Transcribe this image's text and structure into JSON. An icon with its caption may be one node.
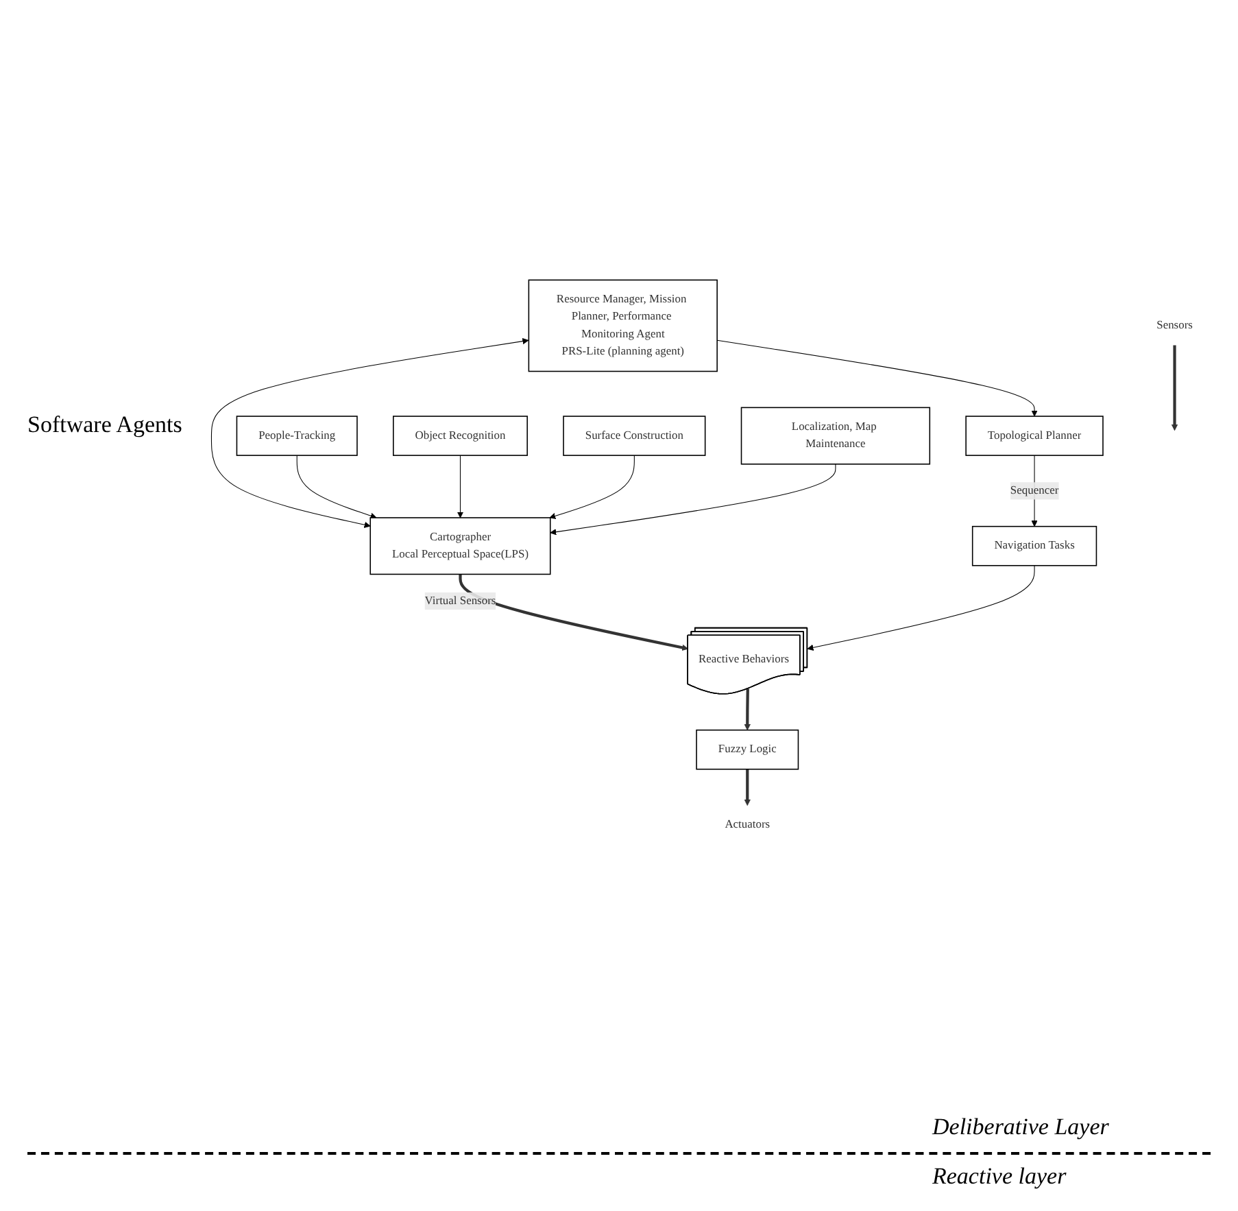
{
  "diagram": {
    "nodes": [
      {
        "text": [
          "Resource Manager, Mission Planner, Performance Monitoring Agent",
          "PRS-Lite (planning agent)"
        ]
      },
      {
        "text": [
          "Cartographer",
          "Local Perceptual Space(LPS)"
        ]
      },
      {
        "text": [
          "Topological Planner"
        ]
      },
      {
        "text": [
          "Navigation Tasks"
        ]
      },
      {
        "text": [
          "People-Tracking"
        ]
      },
      {
        "text": [
          "Object Recognition"
        ]
      },
      {
        "text": [
          "Surface Construction"
        ]
      },
      {
        "text": [
          "Localization, Map Maintenance"
        ]
      },
      {
        "text": [
          "Reactive Behaviors"
        ]
      },
      {
        "text": [
          "Fuzzy Logic"
        ]
      },
      {
        "text": [
          "Actuators"
        ]
      },
      {
        "text": [
          "Sensors"
        ]
      }
    ],
    "edges": [
      {
        "from": 0,
        "to": 1,
        "arrow": "both"
      },
      {
        "from": 0,
        "to": 2,
        "arrow": "to"
      },
      {
        "from": 2,
        "to": 3,
        "arrow": "to",
        "label": "Sequencer"
      },
      {
        "from": 4,
        "to": 1,
        "arrow": "to"
      },
      {
        "from": 5,
        "to": 1,
        "arrow": "to"
      },
      {
        "from": 6,
        "to": 1,
        "arrow": "to"
      },
      {
        "from": 7,
        "to": 1,
        "arrow": "to"
      },
      {
        "from": 1,
        "to": 8,
        "arrow": "to",
        "label": "Virtual Sensors",
        "style": "thick"
      },
      {
        "from": 3,
        "to": 8,
        "arrow": "to"
      },
      {
        "from": 8,
        "to": 9,
        "arrow": "to",
        "style": "thick"
      },
      {
        "from": 9,
        "to": 10,
        "arrow": "to",
        "style": "thick"
      },
      {
        "from": 11,
        "to": null,
        "arrow": "to",
        "style": "thick"
      }
    ],
    "labels": [
      "Software Agents",
      "Deliberative Layer",
      "Reactive layer"
    ]
  }
}
